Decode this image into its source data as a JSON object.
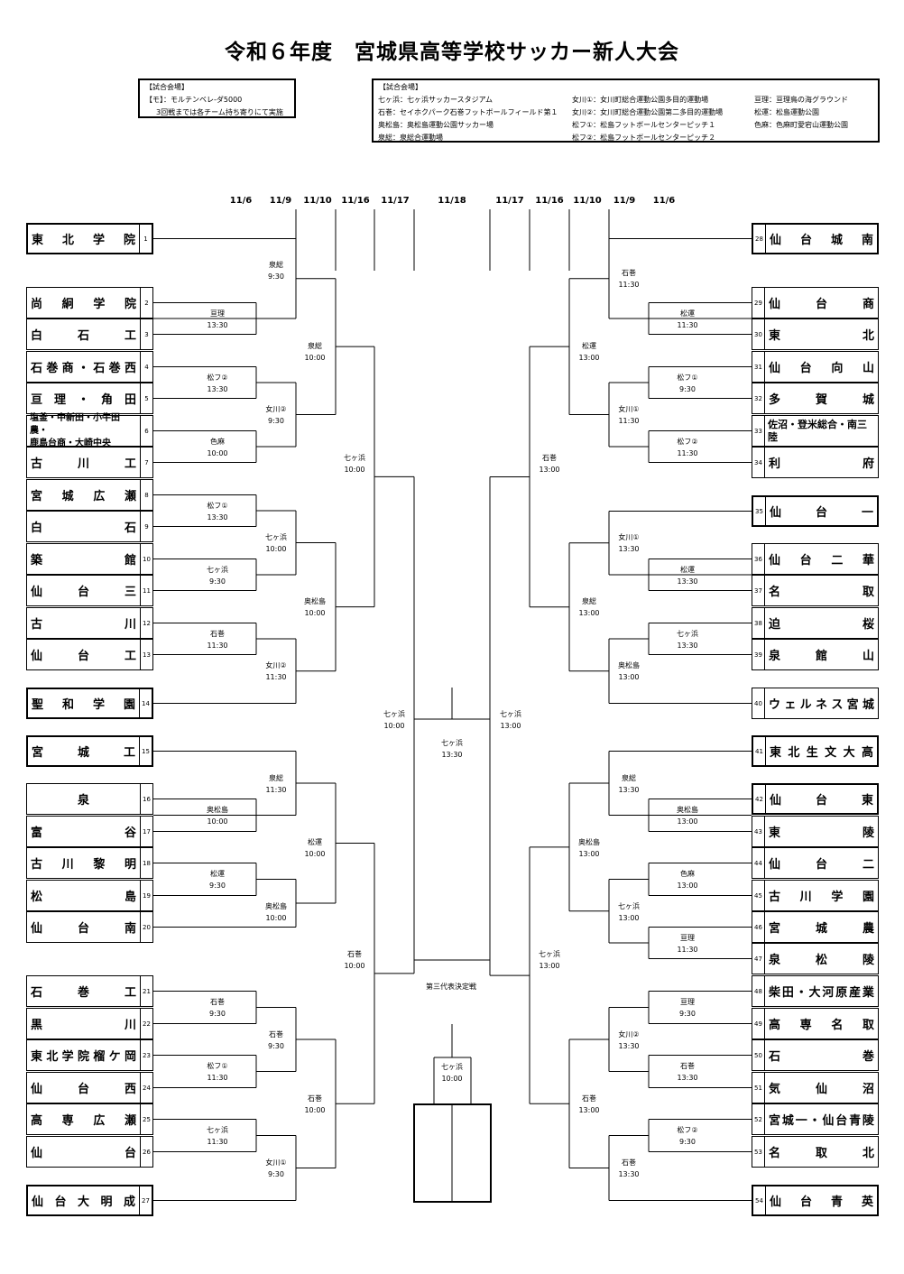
{
  "title": "令和６年度　宮城県高等学校サッカー新人大会",
  "venue_note": {
    "heading": "【試合会場】",
    "line1": "【モ】：モルテンベレ-ダ5000",
    "line2": "3回戦までは各チーム持ち寄りにて実施"
  },
  "venues": {
    "heading": "【試合会場】",
    "col1": [
      "七ヶ浜：七ヶ浜サッカースタジアム",
      "石巻：セイホクパーク石巻フットボールフィールド第１",
      "奥松島：奥松島運動公園サッカー場",
      "泉総：泉総合運動場"
    ],
    "col2": [
      "女川①：女川町総合運動公園多目的運動場",
      "女川②：女川町総合運動公園第二多目的運動場",
      "松フ①：松島フットボールセンターピッチ１",
      "松フ②：松島フットボールセンターピッチ２"
    ],
    "col3": [
      "亘理：亘理鳥の海グラウンド",
      "松運：松島運動公園",
      "色麻：色麻町愛宕山運動公園"
    ]
  },
  "dates": [
    "11/6",
    "11/9",
    "11/10",
    "11/16",
    "11/17",
    "11/18",
    "11/17",
    "11/16",
    "11/10",
    "11/9",
    "11/6"
  ],
  "left_teams": [
    {
      "num": "1",
      "name": [
        "東",
        "北",
        "学",
        "院"
      ]
    },
    {
      "num": "2",
      "name": [
        "尚",
        "絅",
        "学",
        "院"
      ]
    },
    {
      "num": "3",
      "name": [
        "白",
        "石",
        "工"
      ]
    },
    {
      "num": "4",
      "name": [
        "石",
        "巻",
        "商",
        "・",
        "石",
        "巻",
        "西"
      ]
    },
    {
      "num": "5",
      "name": [
        "亘",
        "理",
        "・",
        "角",
        "田"
      ]
    },
    {
      "num": "6",
      "name": [
        "塩釜・中新田・小牛田農・",
        "鹿島台商・大崎中央"
      ]
    },
    {
      "num": "7",
      "name": [
        "古",
        "川",
        "工"
      ]
    },
    {
      "num": "8",
      "name": [
        "宮",
        "城",
        "広",
        "瀬"
      ]
    },
    {
      "num": "9",
      "name": [
        "白",
        "石"
      ]
    },
    {
      "num": "10",
      "name": [
        "築",
        "館"
      ]
    },
    {
      "num": "11",
      "name": [
        "仙",
        "台",
        "三"
      ]
    },
    {
      "num": "12",
      "name": [
        "古",
        "川"
      ]
    },
    {
      "num": "13",
      "name": [
        "仙",
        "台",
        "工"
      ]
    },
    {
      "num": "14",
      "name": [
        "聖",
        "和",
        "学",
        "園"
      ]
    },
    {
      "num": "15",
      "name": [
        "宮",
        "城",
        "工"
      ]
    },
    {
      "num": "16",
      "name": [
        "泉"
      ]
    },
    {
      "num": "17",
      "name": [
        "富",
        "谷"
      ]
    },
    {
      "num": "18",
      "name": [
        "古",
        "川",
        "黎",
        "明"
      ]
    },
    {
      "num": "19",
      "name": [
        "松",
        "島"
      ]
    },
    {
      "num": "20",
      "name": [
        "仙",
        "台",
        "南"
      ]
    },
    {
      "num": "21",
      "name": [
        "石",
        "巻",
        "工"
      ]
    },
    {
      "num": "22",
      "name": [
        "黒",
        "川"
      ]
    },
    {
      "num": "23",
      "name": [
        "東",
        "北",
        "学",
        "院",
        "榴",
        "ケ",
        "岡"
      ]
    },
    {
      "num": "24",
      "name": [
        "仙",
        "台",
        "西"
      ]
    },
    {
      "num": "25",
      "name": [
        "高",
        "専",
        "広",
        "瀬"
      ]
    },
    {
      "num": "26",
      "name": [
        "仙",
        "台"
      ]
    },
    {
      "num": "27",
      "name": [
        "仙",
        "台",
        "大",
        "明",
        "成"
      ]
    }
  ],
  "right_teams": [
    {
      "num": "28",
      "name": [
        "仙",
        "台",
        "城",
        "南"
      ]
    },
    {
      "num": "29",
      "name": [
        "仙",
        "台",
        "商"
      ]
    },
    {
      "num": "30",
      "name": [
        "東",
        "北"
      ]
    },
    {
      "num": "31",
      "name": [
        "仙",
        "台",
        "向",
        "山"
      ]
    },
    {
      "num": "32",
      "name": [
        "多",
        "賀",
        "城"
      ]
    },
    {
      "num": "33",
      "name": [
        "佐沼・登米総合・南三陸"
      ]
    },
    {
      "num": "34",
      "name": [
        "利",
        "府"
      ]
    },
    {
      "num": "35",
      "name": [
        "仙",
        "台",
        "一"
      ]
    },
    {
      "num": "36",
      "name": [
        "仙",
        "台",
        "二",
        "華"
      ]
    },
    {
      "num": "37",
      "name": [
        "名",
        "取"
      ]
    },
    {
      "num": "38",
      "name": [
        "迫",
        "桜"
      ]
    },
    {
      "num": "39",
      "name": [
        "泉",
        "館",
        "山"
      ]
    },
    {
      "num": "40",
      "name": [
        "ウ",
        "ェ",
        "ル",
        "ネ",
        "ス",
        "宮",
        "城"
      ]
    },
    {
      "num": "41",
      "name": [
        "東",
        "北",
        "生",
        "文",
        "大",
        "高"
      ]
    },
    {
      "num": "42",
      "name": [
        "仙",
        "台",
        "東"
      ]
    },
    {
      "num": "43",
      "name": [
        "東",
        "陵"
      ]
    },
    {
      "num": "44",
      "name": [
        "仙",
        "台",
        "二"
      ]
    },
    {
      "num": "45",
      "name": [
        "古",
        "川",
        "学",
        "園"
      ]
    },
    {
      "num": "46",
      "name": [
        "宮",
        "城",
        "農"
      ]
    },
    {
      "num": "47",
      "name": [
        "泉",
        "松",
        "陵"
      ]
    },
    {
      "num": "48",
      "name": [
        "柴",
        "田",
        "・",
        "大",
        "河",
        "原",
        "産",
        "業"
      ]
    },
    {
      "num": "49",
      "name": [
        "高",
        "専",
        "名",
        "取"
      ]
    },
    {
      "num": "50",
      "name": [
        "石",
        "巻"
      ]
    },
    {
      "num": "51",
      "name": [
        "気",
        "仙",
        "沼"
      ]
    },
    {
      "num": "52",
      "name": [
        "宮",
        "城",
        "一",
        "・",
        "仙",
        "台",
        "青",
        "陵"
      ]
    },
    {
      "num": "53",
      "name": [
        "名",
        "取",
        "北"
      ]
    },
    {
      "num": "54",
      "name": [
        "仙",
        "台",
        "青",
        "英"
      ]
    }
  ],
  "labels": {
    "l1_1": [
      "泉総",
      "9:30"
    ],
    "l1_2": [
      "亘理",
      "13:30"
    ],
    "l1_3": [
      "松フ②",
      "13:30"
    ],
    "l1_4": [
      "女川②",
      "9:30"
    ],
    "l1_5": [
      "色麻",
      "10:00"
    ],
    "l1_6": [
      "松フ①",
      "13:30"
    ],
    "l1_7": [
      "七ヶ浜",
      "10:00"
    ],
    "l1_8": [
      "七ヶ浜",
      "9:30"
    ],
    "l1_9": [
      "石巻",
      "11:30"
    ],
    "l1_10": [
      "女川②",
      "11:30"
    ],
    "l1_11": [
      "泉総",
      "10:00"
    ],
    "l1_12": [
      "奥松島",
      "10:00"
    ],
    "l1_13": [
      "七ヶ浜",
      "10:00"
    ],
    "l1_14": [
      "七ヶ浜",
      "10:00"
    ],
    "l2_1": [
      "泉総",
      "11:30"
    ],
    "l2_2": [
      "奥松島",
      "10:00"
    ],
    "l2_3": [
      "松運",
      "10:00"
    ],
    "l2_4": [
      "松運",
      "9:30"
    ],
    "l2_5": [
      "奥松島",
      "10:00"
    ],
    "l2_6": [
      "石巻",
      "10:00"
    ],
    "l2_7": [
      "石巻",
      "9:30"
    ],
    "l2_8": [
      "石巻",
      "9:30"
    ],
    "l2_9": [
      "松フ①",
      "11:30"
    ],
    "l2_10": [
      "石巻",
      "10:00"
    ],
    "l2_11": [
      "七ヶ浜",
      "11:30"
    ],
    "l2_12": [
      "女川①",
      "9:30"
    ],
    "c_final": [
      "七ヶ浜",
      "13:30"
    ],
    "c_third": [
      "七ヶ浜",
      "10:00"
    ],
    "r1_1": [
      "石巻",
      "11:30"
    ],
    "r1_2": [
      "松運",
      "11:30"
    ],
    "r1_3": [
      "松運",
      "13:00"
    ],
    "r1_4": [
      "松フ①",
      "9:30"
    ],
    "r1_5": [
      "女川①",
      "11:30"
    ],
    "r1_6": [
      "松フ②",
      "11:30"
    ],
    "r1_7": [
      "石巻",
      "13:00"
    ],
    "r1_8": [
      "女川①",
      "13:30"
    ],
    "r1_9": [
      "松運",
      "13:30"
    ],
    "r1_10": [
      "泉総",
      "13:00"
    ],
    "r1_11": [
      "七ヶ浜",
      "13:30"
    ],
    "r1_12": [
      "奥松島",
      "13:00"
    ],
    "r1_13": [
      "七ヶ浜",
      "13:00"
    ],
    "r2_1": [
      "泉総",
      "13:30"
    ],
    "r2_2": [
      "奥松島",
      "13:00"
    ],
    "r2_3": [
      "奥松島",
      "13:00"
    ],
    "r2_4": [
      "色麻",
      "13:00"
    ],
    "r2_5": [
      "七ヶ浜",
      "13:00"
    ],
    "r2_6": [
      "亘理",
      "11:30"
    ],
    "r2_7": [
      "七ヶ浜",
      "13:00"
    ],
    "r2_8": [
      "亘理",
      "9:30"
    ],
    "r2_9": [
      "女川②",
      "13:30"
    ],
    "r2_10": [
      "石巻",
      "13:30"
    ],
    "r2_11": [
      "石巻",
      "13:00"
    ],
    "r2_12": [
      "松フ②",
      "9:30"
    ],
    "r2_13": [
      "石巻",
      "13:30"
    ]
  },
  "third_place_label": "第三代表決定戦"
}
